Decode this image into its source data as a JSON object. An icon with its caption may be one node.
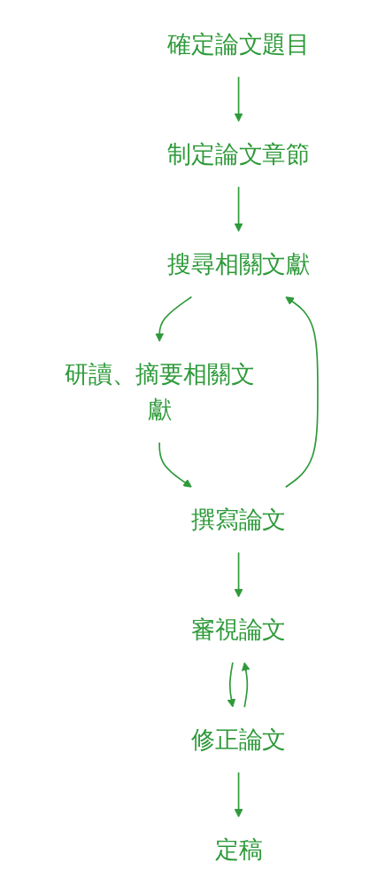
{
  "diagram": {
    "nodes": [
      {
        "text": [
          "確定論文題目"
        ]
      },
      {
        "text": [
          "制定論文章節"
        ]
      },
      {
        "text": [
          "搜尋相關文獻"
        ]
      },
      {
        "text": [
          "研讀、摘要相關文獻"
        ]
      },
      {
        "text": [
          "撰寫論文"
        ]
      },
      {
        "text": [
          "審視論文"
        ]
      },
      {
        "text": [
          "修正論文"
        ]
      },
      {
        "text": [
          "定稿"
        ]
      }
    ],
    "edges": [
      {
        "from": 0,
        "to": 1,
        "arrow": "to"
      },
      {
        "from": 1,
        "to": 2,
        "arrow": "to"
      },
      {
        "from": 2,
        "to": 3,
        "arrow": "to"
      },
      {
        "from": 3,
        "to": 4,
        "arrow": "to"
      },
      {
        "from": 4,
        "to": 2,
        "arrow": "to"
      },
      {
        "from": 4,
        "to": 5,
        "arrow": "to"
      },
      {
        "from": 5,
        "to": 6,
        "arrow": "to"
      },
      {
        "from": 6,
        "to": 5,
        "arrow": "to"
      },
      {
        "from": 6,
        "to": 7,
        "arrow": "to"
      }
    ]
  }
}
